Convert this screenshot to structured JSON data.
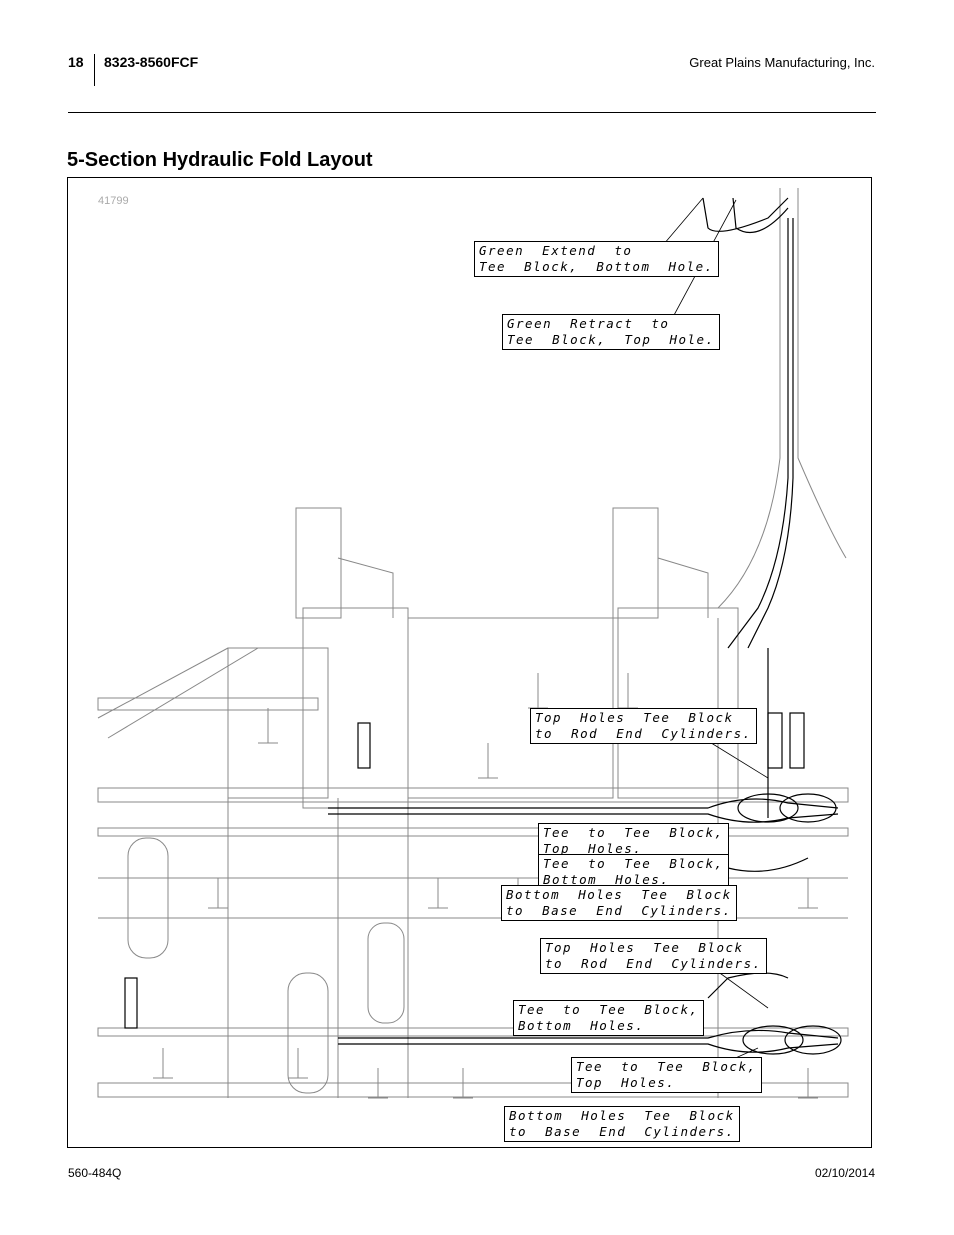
{
  "header": {
    "page_number": "18",
    "document_id": "8323-8560FCF",
    "company": "Great Plains Manufacturing, Inc."
  },
  "section": {
    "title": "5-Section Hydraulic Fold Layout"
  },
  "figure": {
    "figure_number": "41799",
    "callouts": [
      {
        "line1": "Green  Extend  to",
        "line2": "Tee  Block,  Bottom  Hole."
      },
      {
        "line1": "Green  Retract  to",
        "line2": "Tee  Block,  Top  Hole."
      },
      {
        "line1": "Top  Holes  Tee  Block",
        "line2": "to  Rod  End  Cylinders."
      },
      {
        "line1": "Tee  to  Tee  Block,",
        "line2": "Top  Holes."
      },
      {
        "line1": "Tee  to  Tee  Block,",
        "line2": "Bottom  Holes."
      },
      {
        "line1": "Bottom  Holes  Tee  Block",
        "line2": "to  Base  End  Cylinders."
      },
      {
        "line1": "Top  Holes  Tee  Block",
        "line2": "to  Rod  End  Cylinders."
      },
      {
        "line1": "Tee  to  Tee  Block,",
        "line2": "Bottom  Holes."
      },
      {
        "line1": "Tee  to  Tee  Block,",
        "line2": "Top  Holes."
      },
      {
        "line1": "Bottom  Holes  Tee  Block",
        "line2": "to  Base  End  Cylinders."
      }
    ]
  },
  "footer": {
    "part_number": "560-484Q",
    "date": "02/10/2014"
  }
}
